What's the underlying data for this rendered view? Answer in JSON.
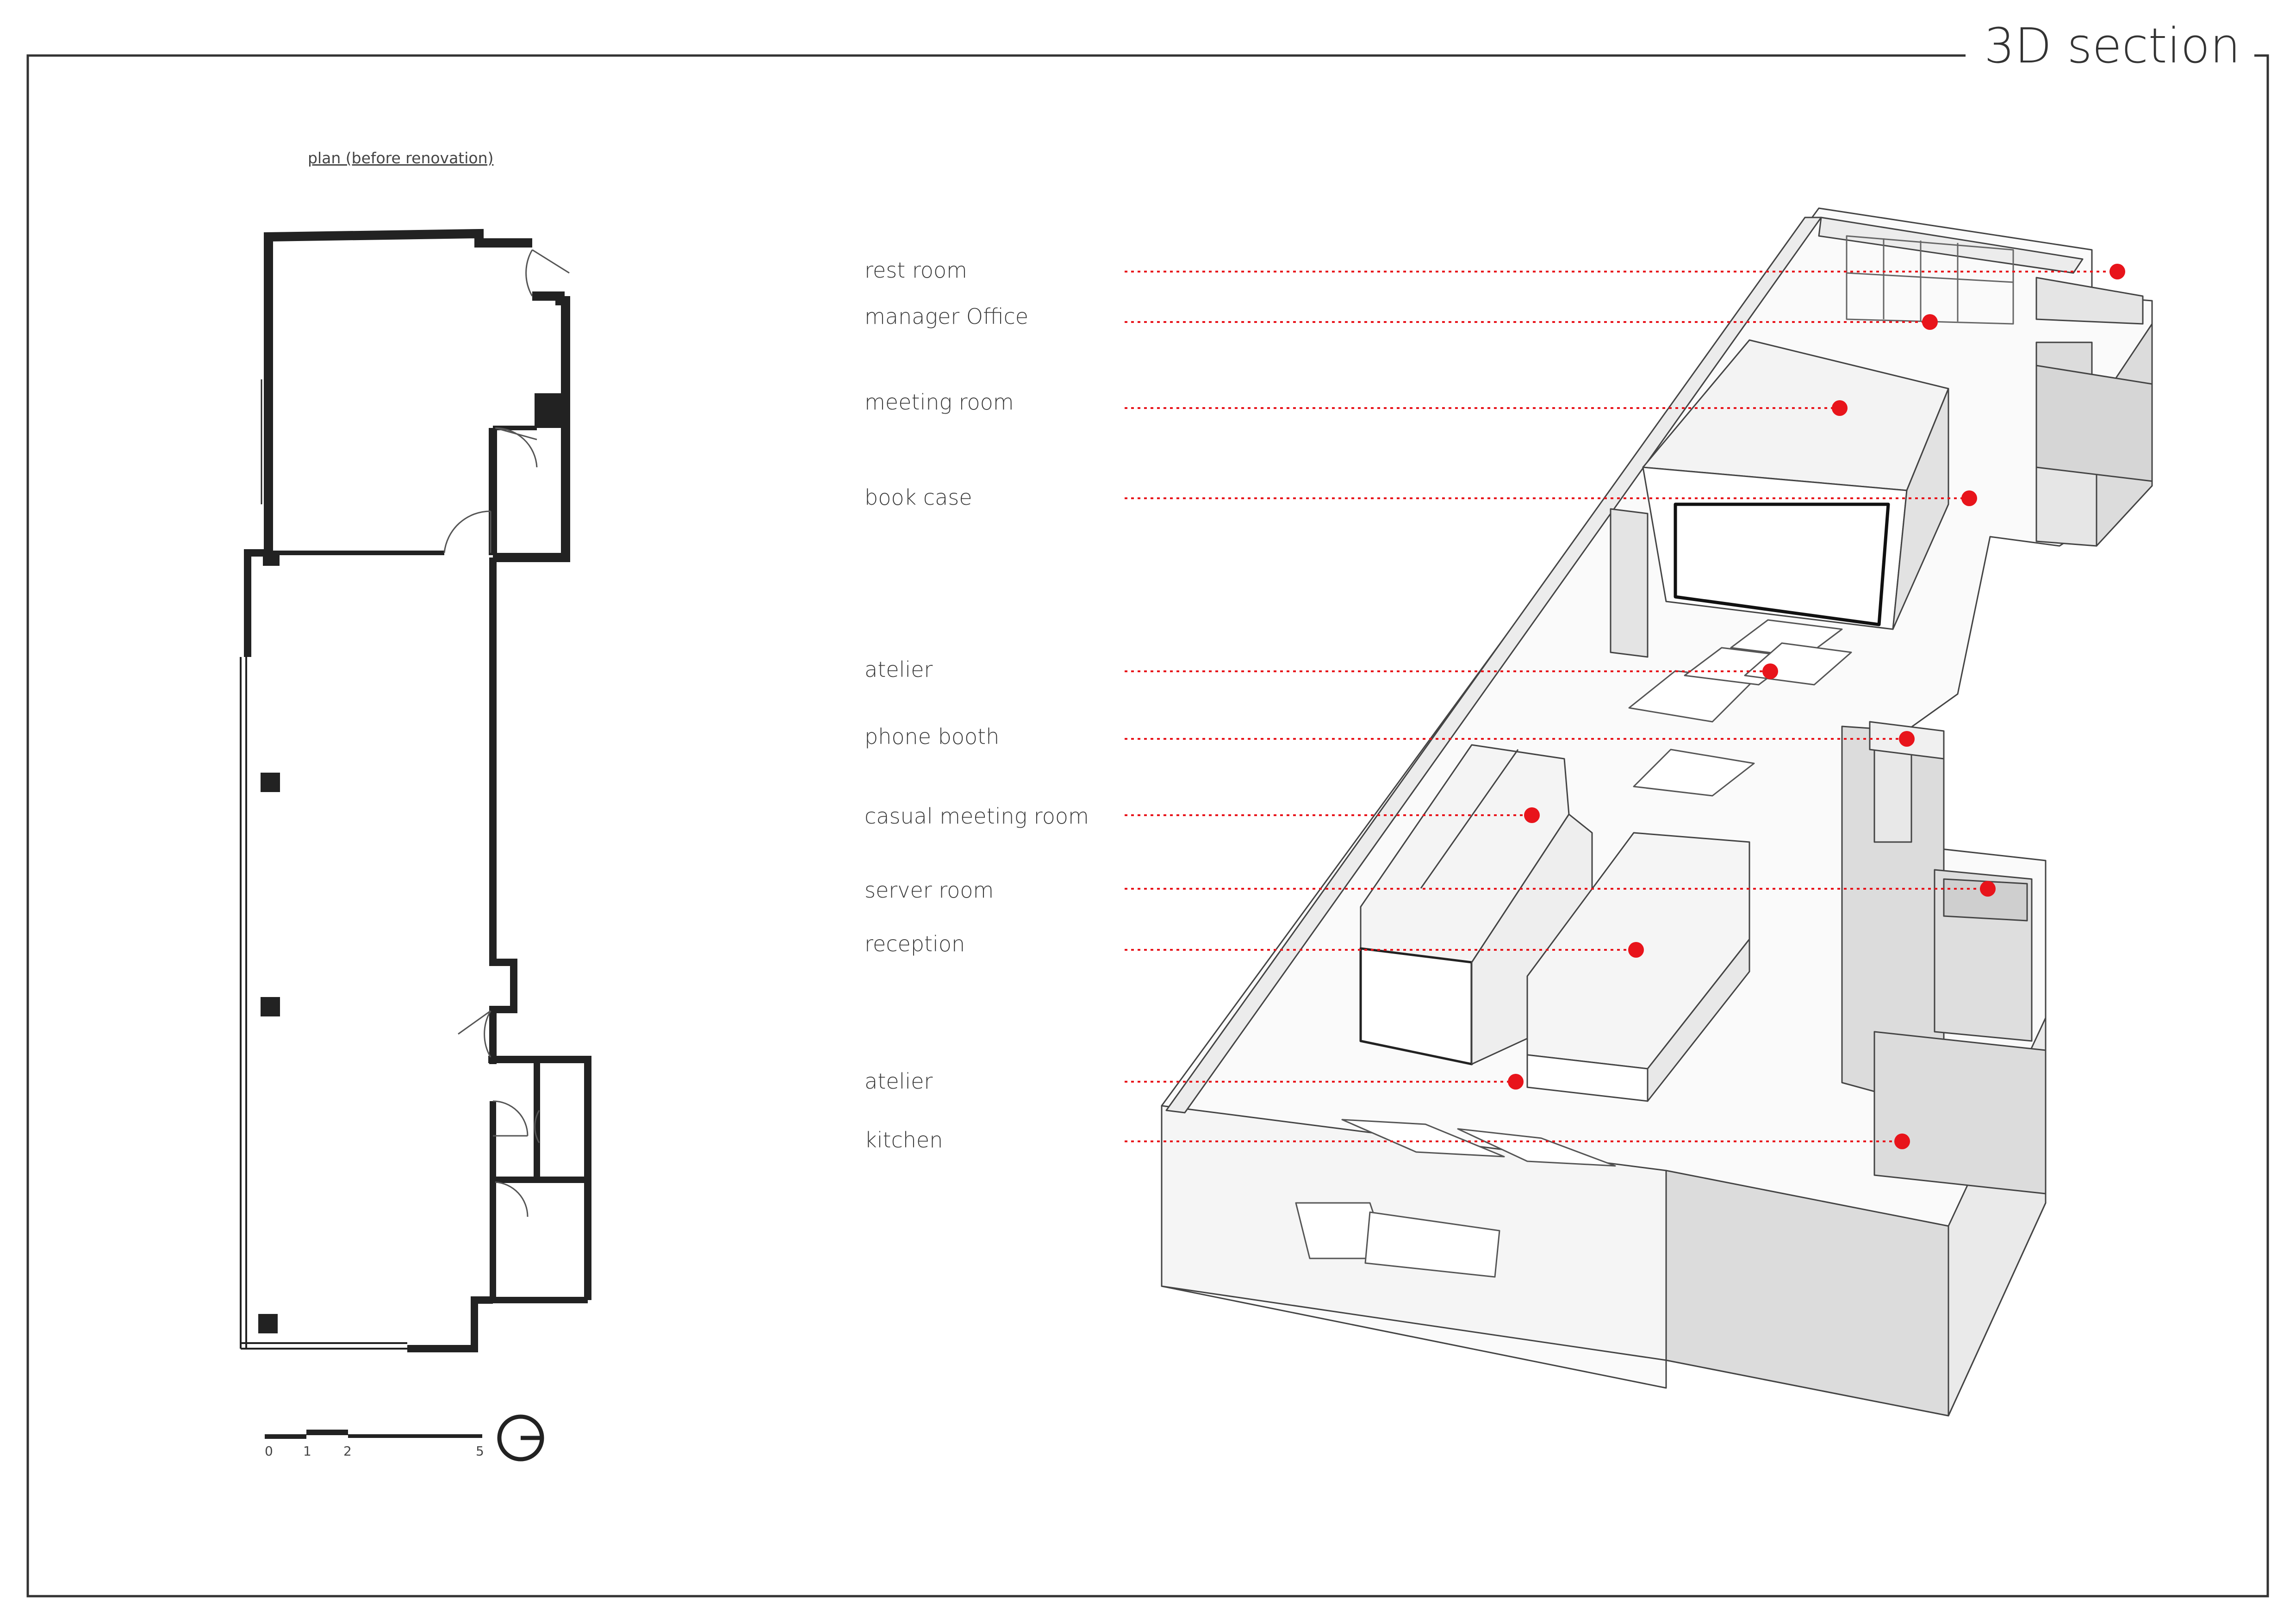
{
  "sheet": {
    "title": "3D section"
  },
  "plan": {
    "title": "plan (before renovation)",
    "scale_ticks": [
      "0",
      "1",
      "2",
      "5"
    ]
  },
  "labels": [
    {
      "id": "rest-room",
      "text": "rest room"
    },
    {
      "id": "manager-office",
      "text": "manager Office"
    },
    {
      "id": "meeting-room",
      "text": "meeting room"
    },
    {
      "id": "book-case",
      "text": "book case"
    },
    {
      "id": "atelier-upper",
      "text": "atelier"
    },
    {
      "id": "phone-booth",
      "text": "phone booth"
    },
    {
      "id": "casual-meeting-room",
      "text": "casual meeting room"
    },
    {
      "id": "server-room",
      "text": "server room"
    },
    {
      "id": "reception",
      "text": "reception"
    },
    {
      "id": "atelier-lower",
      "text": "atelier"
    },
    {
      "id": "kitchen",
      "text": "kitchen"
    }
  ],
  "colors": {
    "leader": "#e8141b",
    "wall": "#222222",
    "shade": "#dcdcdc",
    "frame": "#333333"
  }
}
